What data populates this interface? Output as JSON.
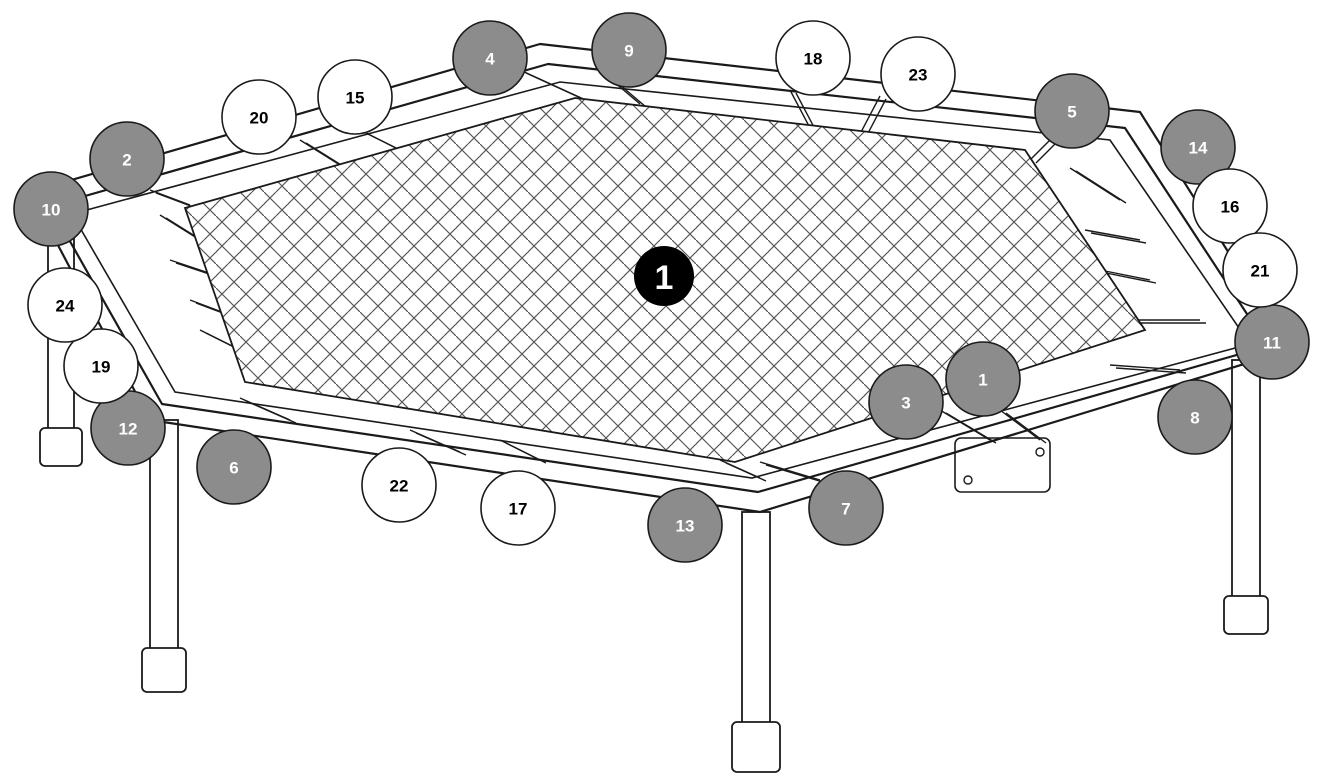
{
  "diagram": {
    "colors": {
      "outline": "#1a1a1a",
      "filled_badge": "#8c8c8c",
      "filled_badge_text": "#ffffff",
      "open_badge": "#ffffff",
      "open_badge_text": "#000000",
      "center_badge": "#000000",
      "mat_pattern": "#555555"
    },
    "center_label": "1",
    "callouts": [
      {
        "label": "1",
        "style": "filled"
      },
      {
        "label": "2",
        "style": "filled"
      },
      {
        "label": "3",
        "style": "filled"
      },
      {
        "label": "4",
        "style": "filled"
      },
      {
        "label": "5",
        "style": "filled"
      },
      {
        "label": "6",
        "style": "filled"
      },
      {
        "label": "7",
        "style": "filled"
      },
      {
        "label": "8",
        "style": "filled"
      },
      {
        "label": "9",
        "style": "filled"
      },
      {
        "label": "10",
        "style": "filled"
      },
      {
        "label": "11",
        "style": "filled"
      },
      {
        "label": "12",
        "style": "filled"
      },
      {
        "label": "13",
        "style": "filled"
      },
      {
        "label": "14",
        "style": "filled"
      },
      {
        "label": "15",
        "style": "open"
      },
      {
        "label": "16",
        "style": "open"
      },
      {
        "label": "17",
        "style": "open"
      },
      {
        "label": "18",
        "style": "open"
      },
      {
        "label": "19",
        "style": "open"
      },
      {
        "label": "20",
        "style": "open"
      },
      {
        "label": "21",
        "style": "open"
      },
      {
        "label": "22",
        "style": "open"
      },
      {
        "label": "23",
        "style": "open"
      },
      {
        "label": "24",
        "style": "open"
      }
    ]
  }
}
